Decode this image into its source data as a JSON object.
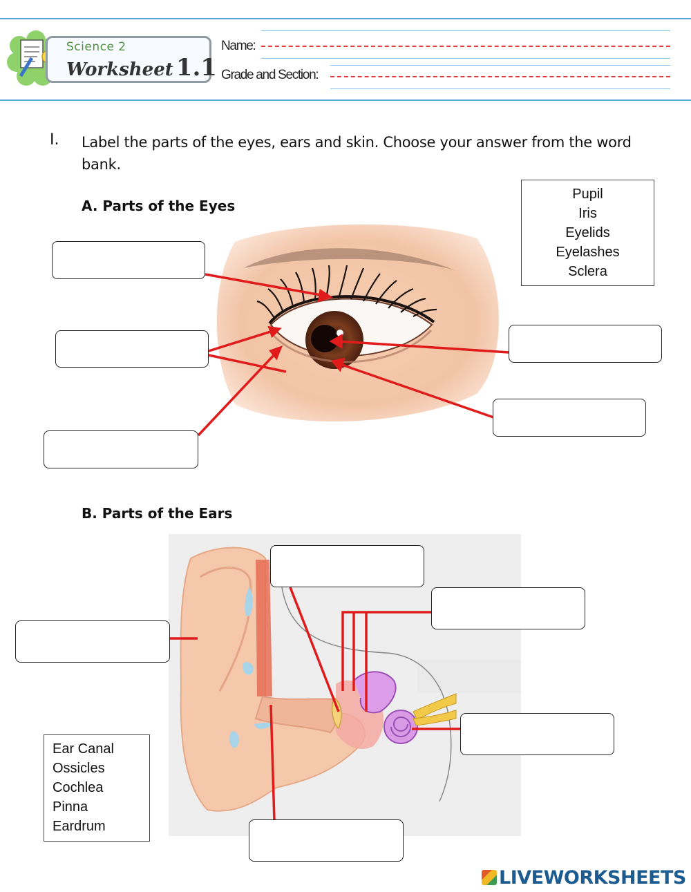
{
  "header": {
    "subject": "Science 2",
    "worksheet_word": "Worksheet",
    "worksheet_number": "1.1",
    "name_label": "Name:",
    "grade_label": "Grade and Section:"
  },
  "instructions": {
    "number": "I.",
    "text": "Label the parts of the eyes, ears and skin. Choose your answer from the word bank."
  },
  "eyes": {
    "title": "A. Parts of the Eyes",
    "word_bank": [
      "Pupil",
      "Iris",
      "Eyelids",
      "Eyelashes",
      "Sclera"
    ]
  },
  "ears": {
    "title": "B. Parts of the Ears",
    "word_bank": [
      "Ear Canal",
      "Ossicles",
      "Cochlea",
      "Pinna",
      "Eardrum"
    ]
  },
  "footer": {
    "logo": "LIVEWORKSHEETS"
  },
  "colors": {
    "pointer": "#e01b1b",
    "header_rule": "#5aa6d6"
  }
}
